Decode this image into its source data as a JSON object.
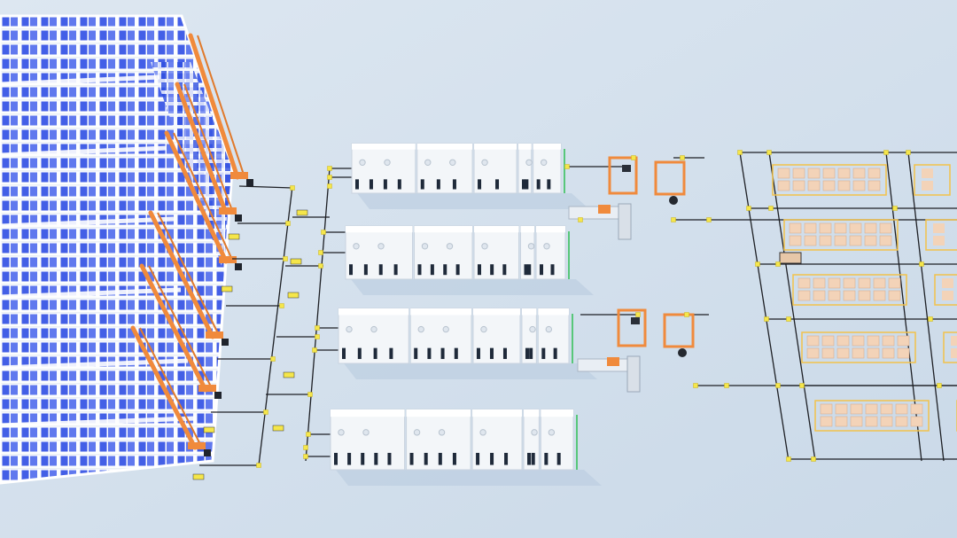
{
  "scene": {
    "background": "#d4e1ee",
    "colors": {
      "rack_frame": "#ffffff",
      "rack_bin": "#3b58e6",
      "stacker_crane": "#f08a3c",
      "machine_body": "#f3f6f9",
      "machine_window": "#1f2a3a",
      "agv_track": "#1d1f24",
      "waypoint_marker": "#f5e64a",
      "pallet_cargo": "#f3d3b8",
      "pallet_outline": "#f2c24a",
      "robot_arm": "#f08a3c",
      "accent_green": "#58c77a"
    },
    "zones": {
      "warehouse_rack_rows": 6,
      "stacker_cranes": 6,
      "production_lines": 4,
      "robot_cells": 2,
      "storage_pallet_grids": 5
    }
  }
}
